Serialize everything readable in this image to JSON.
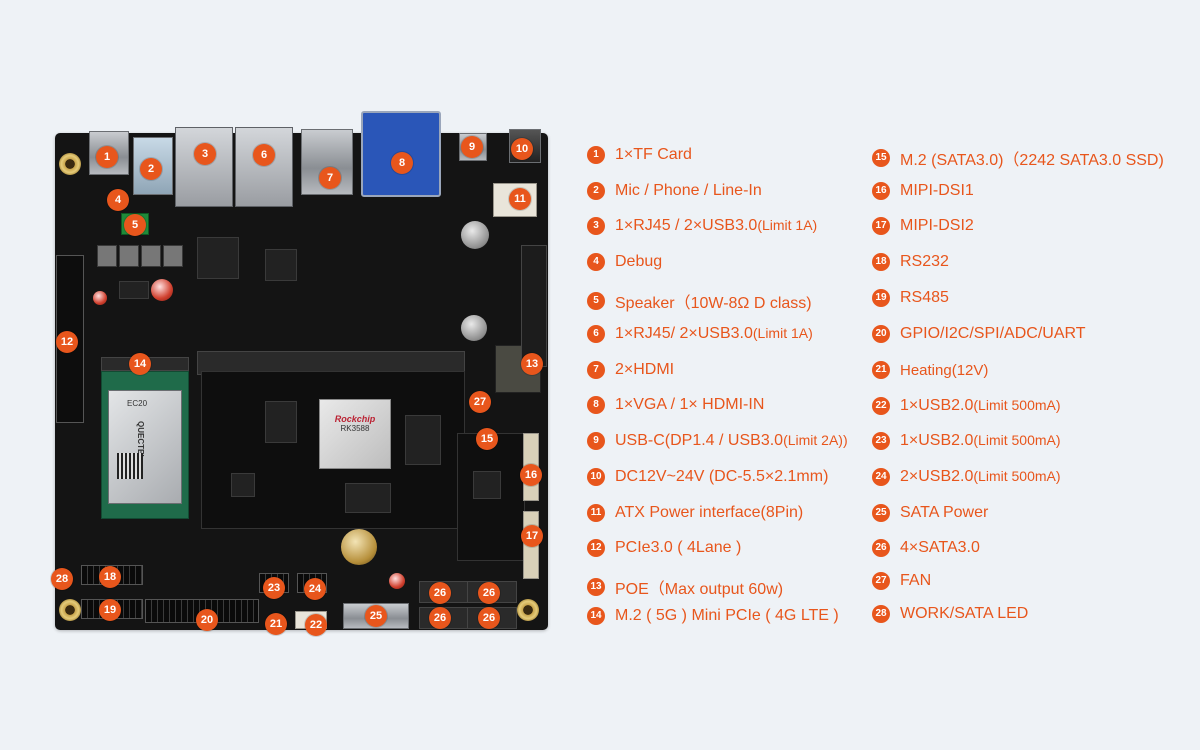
{
  "markers": [
    "1",
    "2",
    "3",
    "4",
    "5",
    "6",
    "7",
    "8",
    "9",
    "10",
    "11",
    "12",
    "13",
    "14",
    "15",
    "16",
    "17",
    "18",
    "19",
    "20",
    "21",
    "22",
    "23",
    "24",
    "25",
    "26",
    "27",
    "28"
  ],
  "legend": [
    {
      "num": "1",
      "text": "1×TF Card"
    },
    {
      "num": "2",
      "text": "Mic / Phone / Line-In"
    },
    {
      "num": "3",
      "text": "1×RJ45 / 2×USB3.0",
      "small": "(Limit 1A)"
    },
    {
      "num": "4",
      "text": "Debug"
    },
    {
      "num": "5",
      "text": "Speaker（10W-8Ω D class)"
    },
    {
      "num": "6",
      "text": "1×RJ45/ 2×USB3.0",
      "small": "(Limit 1A)"
    },
    {
      "num": "7",
      "text": "2×HDMI"
    },
    {
      "num": "8",
      "text": "1×VGA / 1× HDMI-IN"
    },
    {
      "num": "9",
      "text": "USB-C(DP1.4 / USB3.0",
      "small": "(Limit 2A))"
    },
    {
      "num": "10",
      "text": "DC12V~24V (DC-5.5×2.1mm)"
    },
    {
      "num": "11",
      "text": "ATX Power interface(8Pin)"
    },
    {
      "num": "12",
      "text": "PCIe3.0 ( 4Lane )"
    },
    {
      "num": "13",
      "text": "POE（Max output 60w)"
    },
    {
      "num": "14",
      "text": "M.2 ( 5G ) Mini PCIe ( 4G LTE )"
    },
    {
      "num": "15",
      "text": "M.2 (SATA3.0)（2242 SATA3.0 SSD)"
    },
    {
      "num": "16",
      "text": "MIPI-DSI1"
    },
    {
      "num": "17",
      "text": "MIPI-DSI2"
    },
    {
      "num": "18",
      "text": "RS232"
    },
    {
      "num": "19",
      "text": "RS485"
    },
    {
      "num": "20",
      "text": "GPIO/I2C/SPI/ADC/UART"
    },
    {
      "num": "21",
      "text": "Heating(12V)"
    },
    {
      "num": "22",
      "text": "1×USB2.0",
      "small": "(Limit 500mA)"
    },
    {
      "num": "23",
      "text": "1×USB2.0",
      "small": "(Limit 500mA)"
    },
    {
      "num": "24",
      "text": "2×USB2.0",
      "small": "(Limit 500mA)"
    },
    {
      "num": "25",
      "text": "SATA Power"
    },
    {
      "num": "26",
      "text": "4×SATA3.0"
    },
    {
      "num": "27",
      "text": "FAN"
    },
    {
      "num": "28",
      "text": "WORK/SATA LED"
    }
  ],
  "board_labels": {
    "chip_brand": "Rockchip",
    "chip_model": "RK3588",
    "module_brand": "QUECTEL",
    "module_model": "EC20"
  },
  "colors": {
    "accent": "#e8561c",
    "background": "#eef2f6",
    "board": "#141414"
  }
}
